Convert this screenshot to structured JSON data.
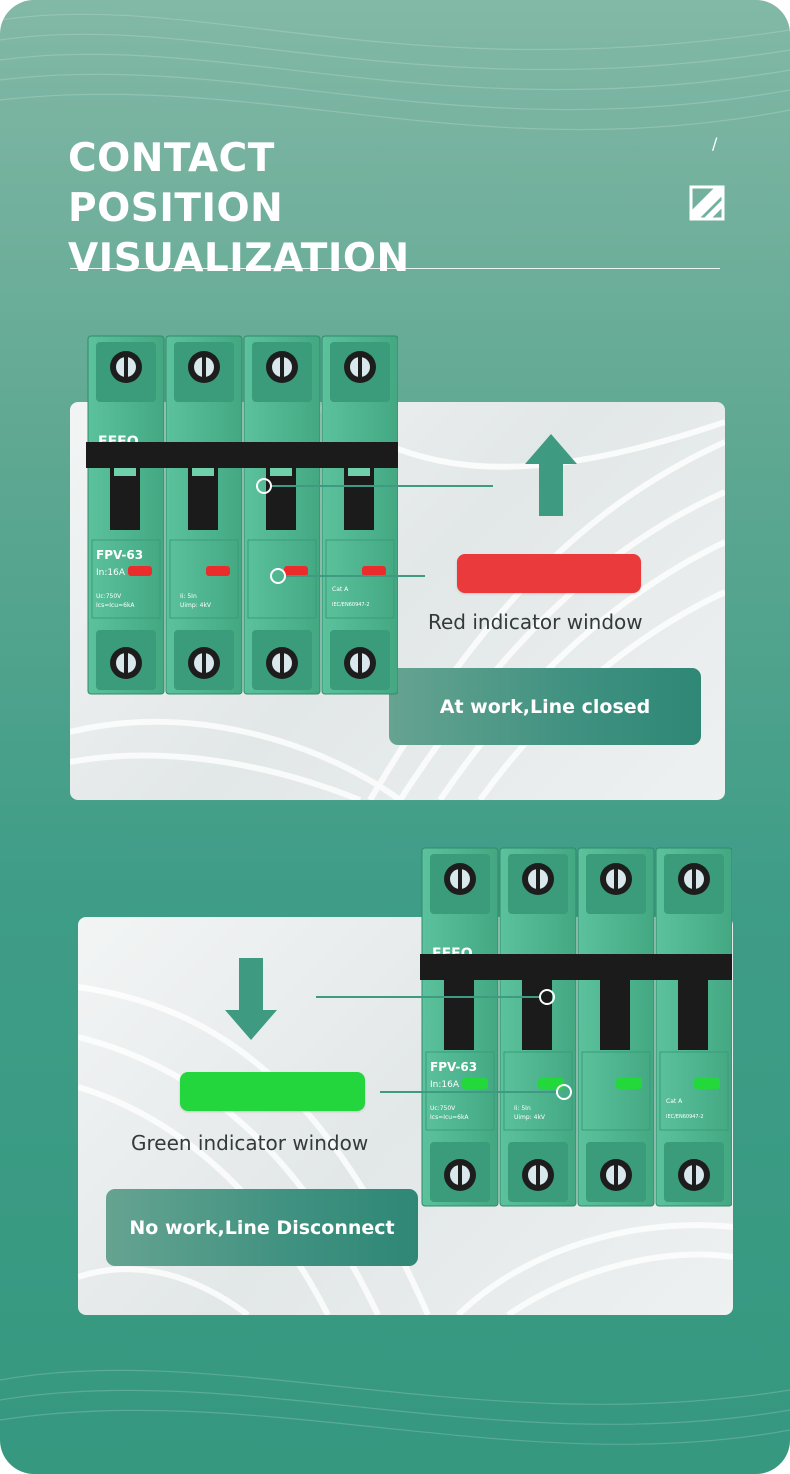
{
  "header": {
    "title_line1": "CONTACT",
    "title_line2": "POSITION VISUALIZATION",
    "slash": "/",
    "logo_icon": "fefo-logo-mark-icon"
  },
  "breaker_labels": {
    "brand": "FEFO",
    "model": "FPV-63",
    "rating": "In:16A",
    "uc": "Uc:750V",
    "ics": "Ics=Icu=6kA",
    "ii": "Ii: 5In",
    "uimp": "Uimp: 4kV",
    "cat": "Cat A",
    "std": "IEC/EN60947-2"
  },
  "panel_closed": {
    "indicator_caption": "Red indicator window",
    "status_label": "At work,Line closed",
    "indicator_color": "#ea3a3b",
    "arrow_icon": "arrow-up-icon"
  },
  "panel_open": {
    "indicator_caption": "Green indicator window",
    "status_label": "No work,Line Disconnect",
    "indicator_color": "#24d63d",
    "arrow_icon": "arrow-down-icon"
  },
  "colors": {
    "breaker_body": "#4fb590",
    "breaker_dark": "#2c8a6a",
    "accent_teal": "#3f9180",
    "background_top": "#82b8a6",
    "background_bottom": "#35987f"
  }
}
